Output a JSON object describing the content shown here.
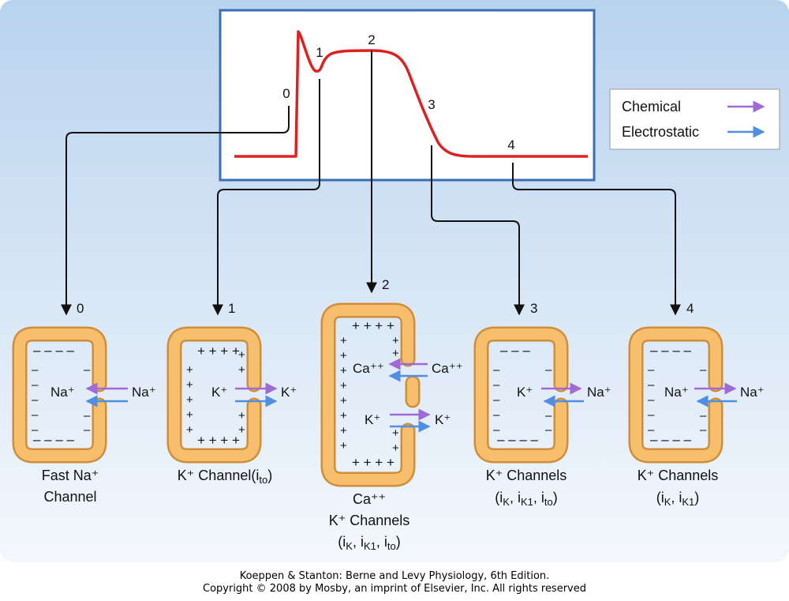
{
  "colors": {
    "panel_top": "#b9d3ee",
    "panel_bottom": "#f4f8fd",
    "frame": "#3b6fb5",
    "ap_curve": "#e02020",
    "chemical": "#a06ad6",
    "electrostatic": "#4f8ee0",
    "channel_fill": "#f7be6d",
    "channel_edge": "#d08e3a"
  },
  "legend": {
    "chemical": "Chemical",
    "electrostatic": "Electrostatic"
  },
  "phases": {
    "p0": "0",
    "p1": "1",
    "p2": "2",
    "p3": "3",
    "p4": "4"
  },
  "channels": [
    {
      "number": "0",
      "ion_inside": "Na⁺",
      "ion_outside": "Na⁺",
      "arrows": "in-out",
      "caption": [
        "Fast Na⁺",
        "Channel"
      ]
    },
    {
      "number": "1",
      "ion_inside": "K⁺",
      "ion_outside": "K⁺",
      "arrows": "out",
      "caption_line1": "K⁺ Channel(i",
      "caption_line1_sub": "to",
      "caption_line1_end": ")"
    },
    {
      "number": "2",
      "ion_ca_in": "Ca⁺⁺",
      "ion_ca_out": "Ca⁺⁺",
      "ion_k_in": "K⁺",
      "ion_k_out": "K⁺",
      "caption_line1": "Ca⁺⁺",
      "caption_line2": "K⁺ Channels"
    },
    {
      "number": "3",
      "ion_inside": "K⁺",
      "ion_outside": "Na⁺",
      "caption_line1": "K⁺ Channels"
    },
    {
      "number": "4",
      "ion_inside": "Na⁺",
      "ion_outside": "Na⁺",
      "caption_line1": "K⁺ Channels"
    }
  ],
  "currents": {
    "i": "i",
    "K": "K",
    "K1": "K1",
    "to": "to",
    "open": "(",
    "close": ")",
    "sep": ", "
  },
  "credit": {
    "line1": "Koeppen & Stanton: Berne and Levy Physiology, 6th Edition.",
    "line2": "Copyright © 2008 by Mosby, an imprint of Elsevier, Inc. All rights reserved"
  }
}
